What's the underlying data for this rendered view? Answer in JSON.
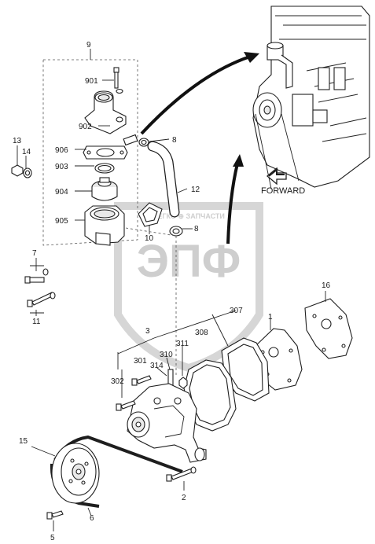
{
  "labels": {
    "p9": "9",
    "p901": "901",
    "p902": "902",
    "p906": "906",
    "p903": "903",
    "p904": "904",
    "p905": "905",
    "p13": "13",
    "p14": "14",
    "p8a": "8",
    "p8b": "8",
    "p12": "12",
    "p10": "10",
    "p7": "7",
    "p11": "11",
    "p16": "16",
    "p307": "307",
    "p1": "1",
    "p3": "3",
    "p308": "308",
    "p311": "311",
    "p310": "310",
    "p301": "301",
    "p314": "314",
    "p302": "302",
    "p15": "15",
    "p6": "6",
    "p2": "2",
    "p5": "5",
    "forward": "FORWARD"
  },
  "watermark": {
    "main": "ЭПФ",
    "small": "ЛЕГКО ⊕ ЗАПЧАСТИ"
  },
  "colors": {
    "line": "#1e1e1e",
    "watermark": "#c9c9c9",
    "background": "#ffffff"
  }
}
